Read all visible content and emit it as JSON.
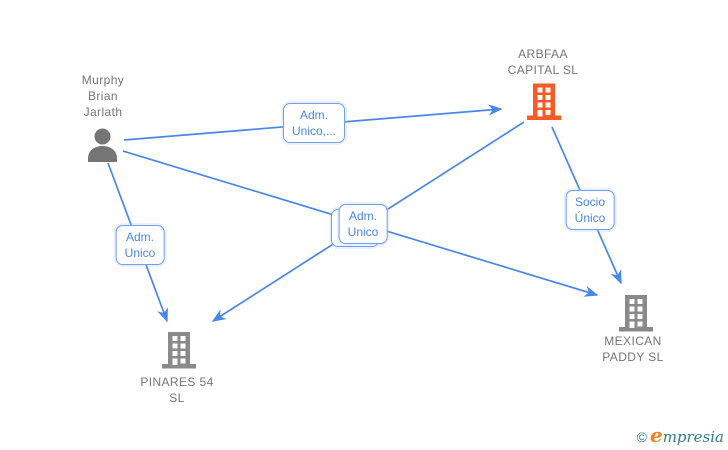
{
  "diagram": {
    "nodes": {
      "person": {
        "line1": "Murphy",
        "line2": "Brian",
        "line3": "Jarlath"
      },
      "arbfaa": {
        "line1": "ARBFAA",
        "line2": "CAPITAL SL"
      },
      "pinares": {
        "line1": "PINARES 54",
        "line2": "SL"
      },
      "mexican": {
        "line1": "MEXICAN",
        "line2": "PADDY SL"
      }
    },
    "edge_labels": {
      "adm_unico_top": {
        "line1": "Adm.",
        "line2": "Unico,..."
      },
      "adm_unico_left": {
        "line1": "Adm.",
        "line2": "Unico"
      },
      "adm_unico_mid": {
        "line1": "Adm.",
        "line2": "Unico"
      },
      "socio_unico": {
        "line1": "Socio",
        "line2": "Único"
      }
    },
    "watermark": {
      "copyright": "©",
      "brand_first": "e",
      "brand_rest": "mpresia"
    }
  },
  "colors": {
    "line-blue": "#4a86e8",
    "label-border": "#6f9ef2",
    "label-text": "#4a86e8",
    "node-gray": "#8a8a8a",
    "person-gray": "#757575",
    "text-gray": "#757575",
    "building-orange": "#fb5a25",
    "brand-orange": "#f0821e",
    "brand-teal": "#2f7d8d"
  }
}
